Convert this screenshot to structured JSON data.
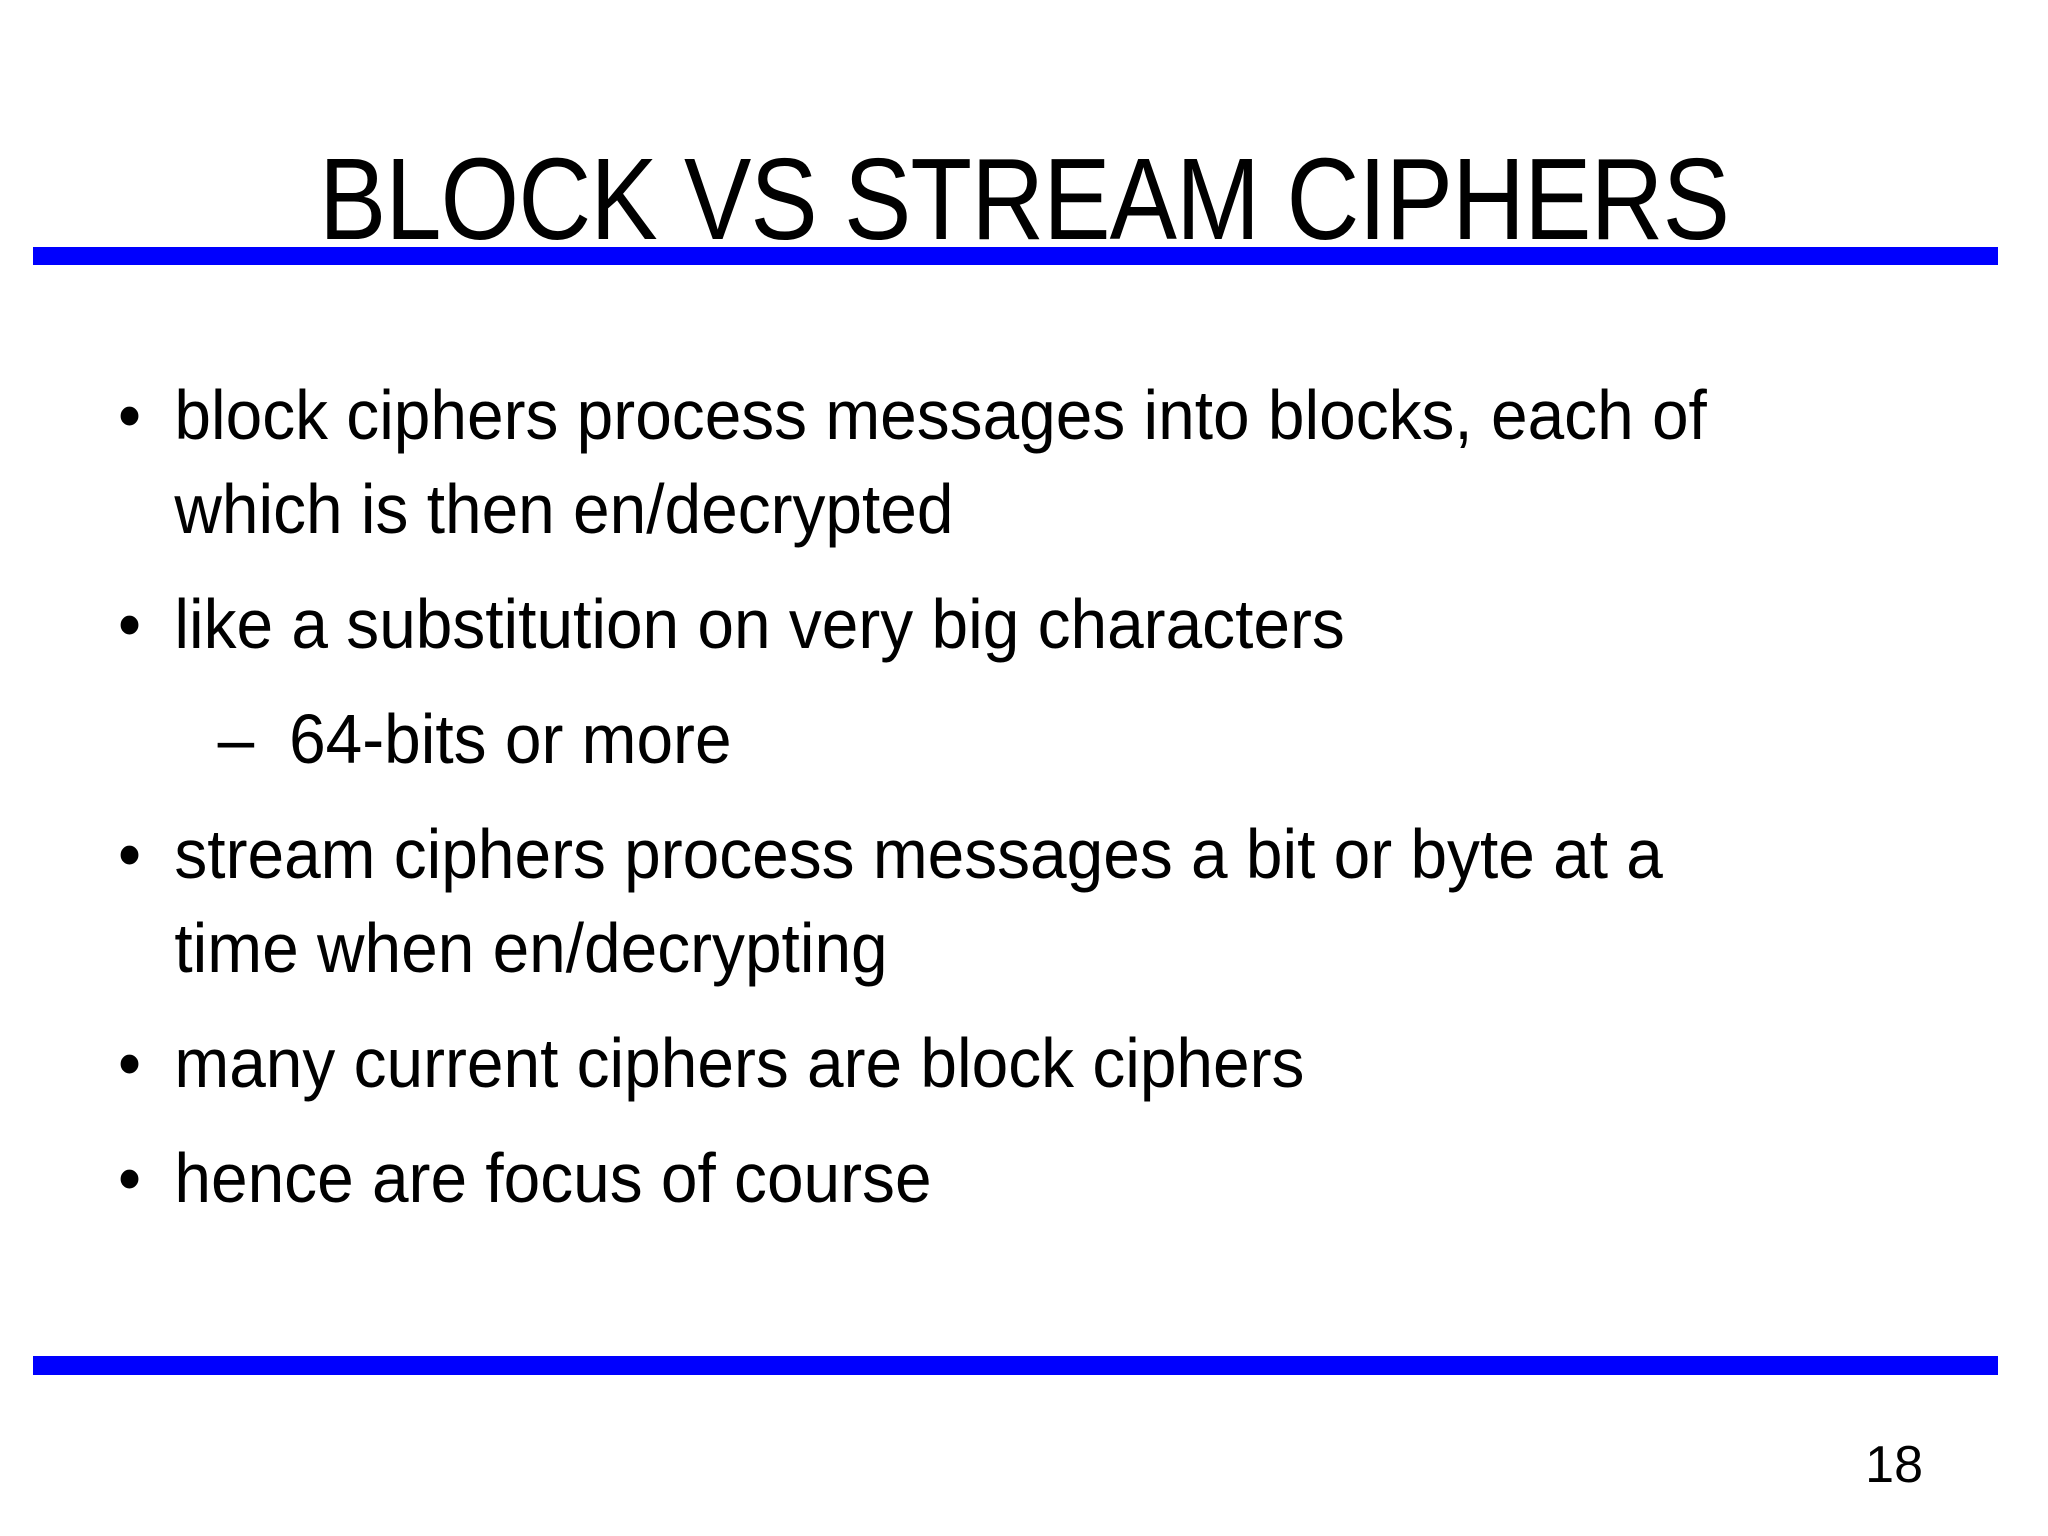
{
  "slide": {
    "title": "BLOCK VS STREAM CIPHERS",
    "page_number": "18",
    "accent_color": "#0000fe"
  },
  "bullets": [
    {
      "marker": "•",
      "level": 1,
      "text": "block ciphers process messages into blocks, each of\nwhich is then en/decrypted"
    },
    {
      "marker": "•",
      "level": 1,
      "text": "like a substitution on very big characters"
    },
    {
      "marker": "–",
      "level": 2,
      "text": "64-bits or more"
    },
    {
      "marker": "•",
      "level": 1,
      "text": "stream ciphers process messages a bit or byte at a\ntime when en/decrypting"
    },
    {
      "marker": "•",
      "level": 1,
      "text": "many current ciphers are block ciphers"
    },
    {
      "marker": "•",
      "level": 1,
      "text": "hence are focus of course"
    }
  ]
}
